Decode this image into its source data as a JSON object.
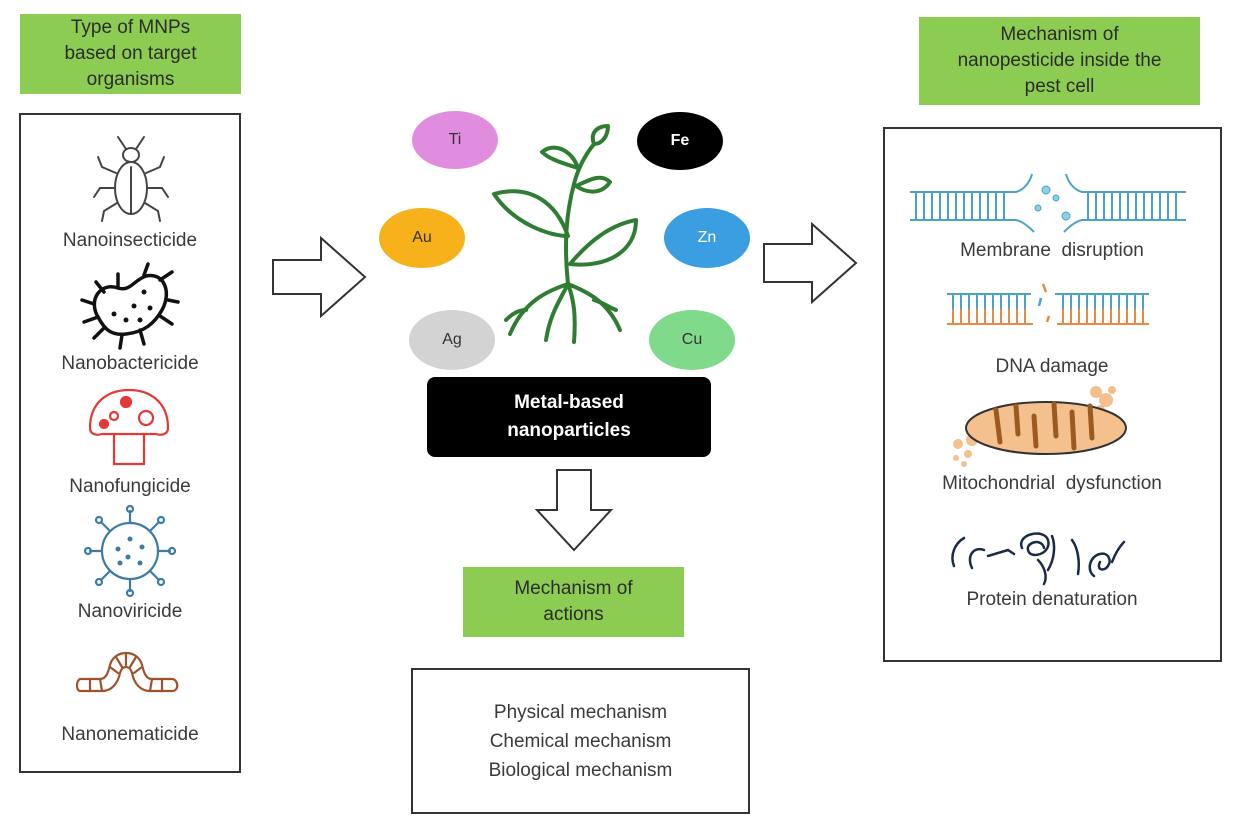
{
  "left": {
    "title": [
      "Type of MNPs",
      "based on target",
      "organisms"
    ],
    "items": [
      "Nanoinsecticide",
      "Nanobactericide",
      "Nanofungicide",
      "Nanoviricide",
      "Nanonematicide"
    ],
    "icons": [
      "insect-icon",
      "bacteria-icon",
      "mushroom-icon",
      "virus-icon",
      "worm-icon"
    ]
  },
  "center": {
    "metals": [
      "Ti",
      "Fe",
      "Au",
      "Zn",
      "Ag",
      "Cu"
    ],
    "metal_colors": {
      "Ti": "#e08ddf",
      "Fe": "#000000",
      "Au": "#f7b11b",
      "Zn": "#3a9ee0",
      "Ag": "#d3d3d3",
      "Cu": "#7fdb8b"
    },
    "box_label": [
      "Metal-based",
      "nanoparticles"
    ],
    "mechanism_title": [
      "Mechanism of",
      "actions"
    ],
    "mechanisms": [
      "Physical mechanism",
      "Chemical mechanism",
      "Biological mechanism"
    ]
  },
  "right": {
    "title": [
      "Mechanism of",
      "nanopesticide inside the",
      "pest cell"
    ],
    "items": [
      "Membrane  disruption",
      "DNA damage",
      "Mitochondrial  dysfunction",
      "Protein denaturation"
    ]
  },
  "colors": {
    "label_green": "#8ccc52",
    "plant_green": "#2e7d32",
    "icon_blue": "#3a7ca5",
    "icon_red": "#e53935",
    "icon_brown": "#a0522d"
  }
}
